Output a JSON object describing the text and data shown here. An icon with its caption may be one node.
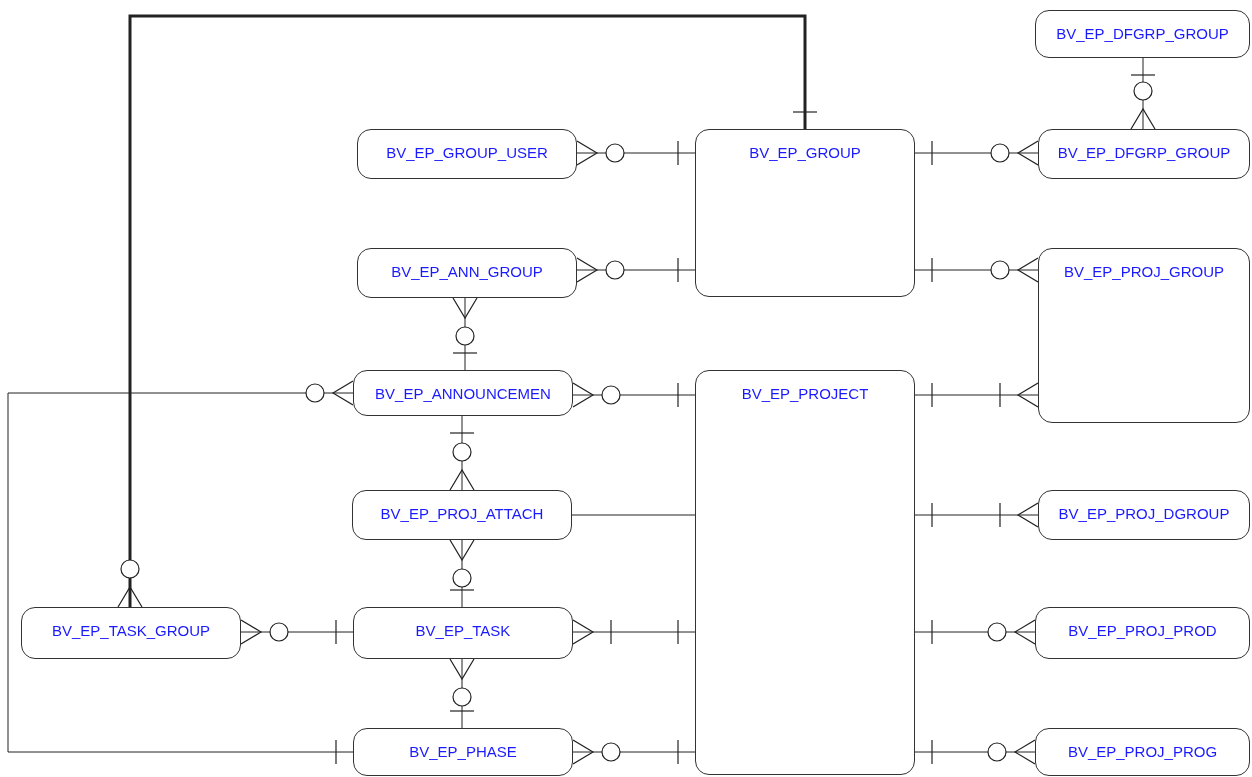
{
  "diagram": {
    "nodes": [
      {
        "text": [
          "BV_EP_DFGRP_GROUP"
        ]
      },
      {
        "text": [
          "BV_EP_GROUP_USER"
        ]
      },
      {
        "text": [
          "BV_EP_GROUP"
        ]
      },
      {
        "text": [
          "BV_EP_DFGRP_GROUP"
        ]
      },
      {
        "text": [
          "BV_EP_ANN_GROUP"
        ]
      },
      {
        "text": [
          "BV_EP_PROJ_GROUP"
        ]
      },
      {
        "text": [
          "BV_EP_ANNOUNCEMEN"
        ]
      },
      {
        "text": [
          "BV_EP_PROJECT"
        ]
      },
      {
        "text": [
          "BV_EP_PROJ_ATTACH"
        ]
      },
      {
        "text": [
          "BV_EP_PROJ_DGROUP"
        ]
      },
      {
        "text": [
          "BV_EP_TASK_GROUP"
        ]
      },
      {
        "text": [
          "BV_EP_TASK"
        ]
      },
      {
        "text": [
          "BV_EP_PROJ_PROD"
        ]
      },
      {
        "text": [
          "BV_EP_PHASE"
        ]
      },
      {
        "text": [
          "BV_EP_PROJ_PROG"
        ]
      }
    ],
    "edges": [
      {
        "from": 0,
        "to": 3,
        "arrow": "other"
      },
      {
        "from": 2,
        "to": 1,
        "arrow": "other"
      },
      {
        "from": 2,
        "to": 4,
        "arrow": "other"
      },
      {
        "from": 2,
        "to": 3,
        "arrow": "other"
      },
      {
        "from": 2,
        "to": 5,
        "arrow": "other"
      },
      {
        "from": 2,
        "to": 10,
        "arrow": "other",
        "style": "thick"
      },
      {
        "from": 6,
        "to": 4,
        "arrow": "other"
      },
      {
        "from": 7,
        "to": 6,
        "arrow": "other"
      },
      {
        "from": 7,
        "to": 5,
        "arrow": "other"
      },
      {
        "from": 6,
        "to": 8,
        "arrow": "other"
      },
      {
        "from": 8,
        "to": 7,
        "arrow": "none"
      },
      {
        "from": 11,
        "to": 8,
        "arrow": "other"
      },
      {
        "from": 7,
        "to": 9,
        "arrow": "other"
      },
      {
        "from": 11,
        "to": 10,
        "arrow": "other"
      },
      {
        "from": 7,
        "to": 11,
        "arrow": "other"
      },
      {
        "from": 13,
        "to": 11,
        "arrow": "other"
      },
      {
        "from": 7,
        "to": 12,
        "arrow": "other"
      },
      {
        "from": 13,
        "to": 6,
        "arrow": "other"
      },
      {
        "from": 7,
        "to": 13,
        "arrow": "other"
      },
      {
        "from": 7,
        "to": 14,
        "arrow": "other"
      }
    ]
  }
}
